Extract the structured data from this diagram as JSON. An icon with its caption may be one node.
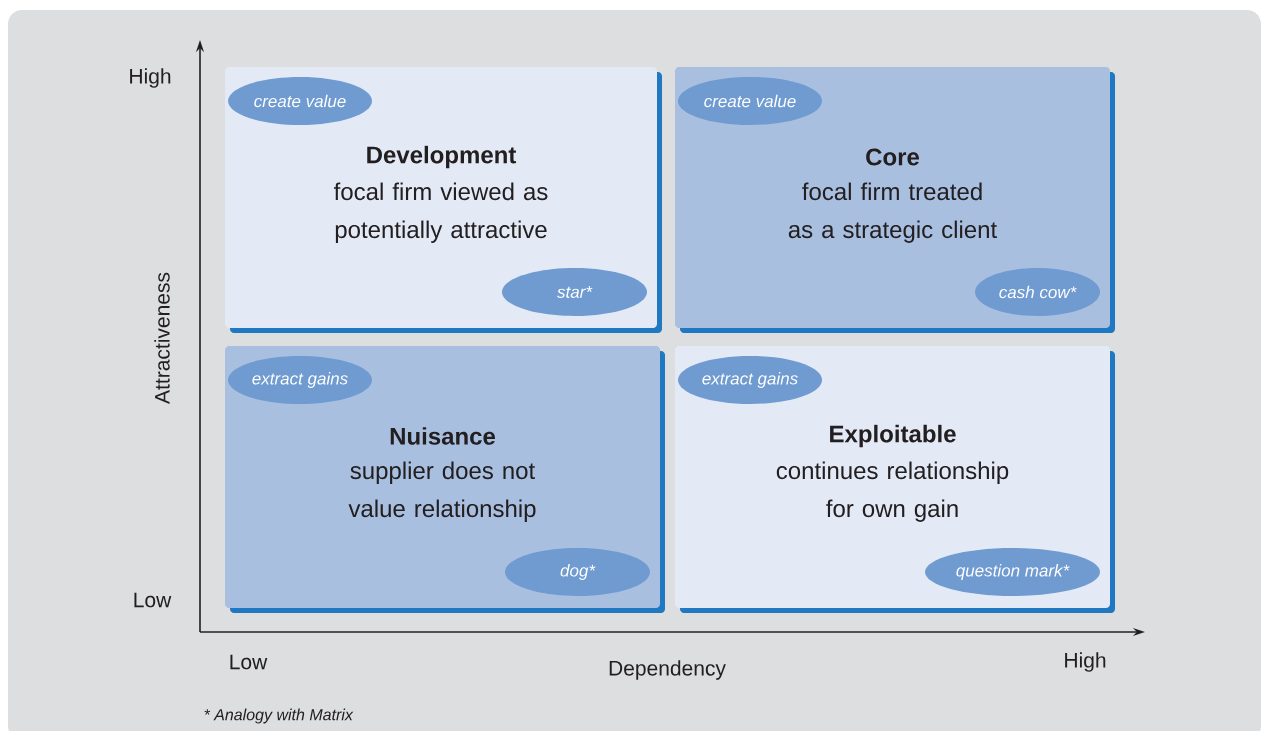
{
  "diagram": {
    "nodes": [
      {
        "text": [
          "Development",
          "focal firm viewed as potentially attractive"
        ]
      },
      {
        "text": [
          "create value"
        ],
        "in": 0
      },
      {
        "text": [
          "star*"
        ],
        "in": 0
      },
      {
        "text": [
          "Core",
          "focal firm treated as a strategic client"
        ]
      },
      {
        "text": [
          "create value"
        ],
        "in": 3
      },
      {
        "text": [
          "cash cow*"
        ],
        "in": 3
      },
      {
        "text": [
          "Nuisance",
          "supplier does not value relationship"
        ]
      },
      {
        "text": [
          "extract gains"
        ],
        "in": 6
      },
      {
        "text": [
          "dog*"
        ],
        "in": 6
      },
      {
        "text": [
          "Exploitable",
          "continues relationship for own gain"
        ]
      },
      {
        "text": [
          "extract gains"
        ],
        "in": 9
      },
      {
        "text": [
          "question mark*"
        ],
        "in": 9
      }
    ],
    "labels": [
      "High",
      "Attractiveness",
      "Low",
      "Low",
      "Dependency",
      "High",
      "* Analogy with Matrix"
    ]
  }
}
